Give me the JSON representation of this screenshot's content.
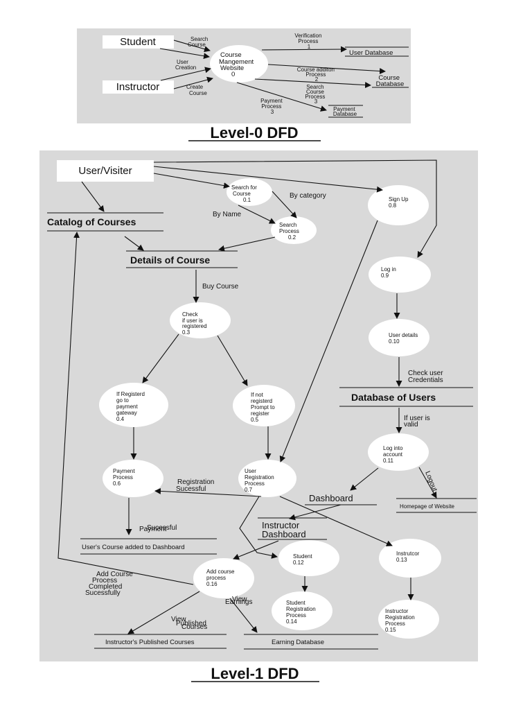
{
  "level0": {
    "title": "Level-0 DFD",
    "entities": {
      "student": "Student",
      "instructor": "Instructor"
    },
    "center": [
      "Course",
      "Mangement",
      "Website",
      "0"
    ],
    "flows": {
      "search_course": [
        "Search",
        "Course"
      ],
      "user_creation": [
        "User",
        "Creation"
      ],
      "create_course": [
        "Create",
        "Course"
      ],
      "verification": [
        "Verification",
        "Process",
        "1"
      ],
      "course_addition": [
        "Course additon",
        "Process",
        "2"
      ],
      "search_process": [
        "Search",
        "Course",
        "Process",
        "3"
      ],
      "payment_process": [
        "Payment",
        "Process",
        "3"
      ]
    },
    "stores": {
      "user_db": "User Database",
      "course_db": [
        "Course",
        "Database"
      ],
      "payment_db": [
        "Payment",
        "Database"
      ]
    }
  },
  "level1": {
    "title": "Level-1 DFD",
    "entity": "User/Visiter",
    "stores": {
      "catalog": "Catalog of Courses",
      "details": "Details of Course",
      "db_users": "Database of Users",
      "dashboard": "Dashboard",
      "instructor_dashboard": [
        "Instructor",
        "Dashboard"
      ],
      "homepage": "Homepage of Website",
      "users_course": "User's Course added to Dashboard",
      "published": "Instructor's Published Courses",
      "earning": "Earning Database"
    },
    "processes": {
      "p01": [
        "Search for",
        "Course",
        "0.1"
      ],
      "p02": [
        "Search",
        "Process",
        "0.2"
      ],
      "p03": [
        "Check",
        "if user is",
        "registered",
        "0.3"
      ],
      "p04": [
        "If Registerd",
        "go to",
        "payment",
        "gateway",
        "0.4"
      ],
      "p05": [
        "If not",
        "registerd",
        "Prompt to",
        "register",
        "0.5"
      ],
      "p06": [
        "Payment",
        "Process",
        "0.6"
      ],
      "p07": [
        "User",
        "Registration",
        "Process",
        "0.7"
      ],
      "p08": [
        "Sign Up",
        "0.8"
      ],
      "p09": [
        "Log in",
        "0.9"
      ],
      "p10": [
        "User details",
        "0.10"
      ],
      "p11": [
        "Log into",
        "account",
        "0.11"
      ],
      "p12": [
        "Student",
        "0.12"
      ],
      "p13": [
        "Instrutcor",
        "0.13"
      ],
      "p14": [
        "Student",
        "Registration",
        "Process",
        "0.14"
      ],
      "p15": [
        "Instructor",
        "Registration",
        "Process",
        "0.15"
      ],
      "p16": [
        "Add course",
        "process",
        "0.16"
      ]
    },
    "flows": {
      "by_category": "By category",
      "by_name": "By Name",
      "buy_course": "Buy Course",
      "check_credentials": [
        "Check user",
        "Credentials"
      ],
      "if_valid": [
        "If user is",
        "valid"
      ],
      "logout": "Logout",
      "registration_success": [
        "Registration",
        "Sucessful"
      ],
      "payment_success": [
        "Payment",
        "Sucessful"
      ],
      "add_course_done": [
        "Add Course",
        "Process",
        "Completed",
        "Sucessfully"
      ],
      "view_published": [
        "View",
        "Published",
        "Courses"
      ],
      "view_earnings": [
        "View",
        "Earnings"
      ]
    }
  }
}
